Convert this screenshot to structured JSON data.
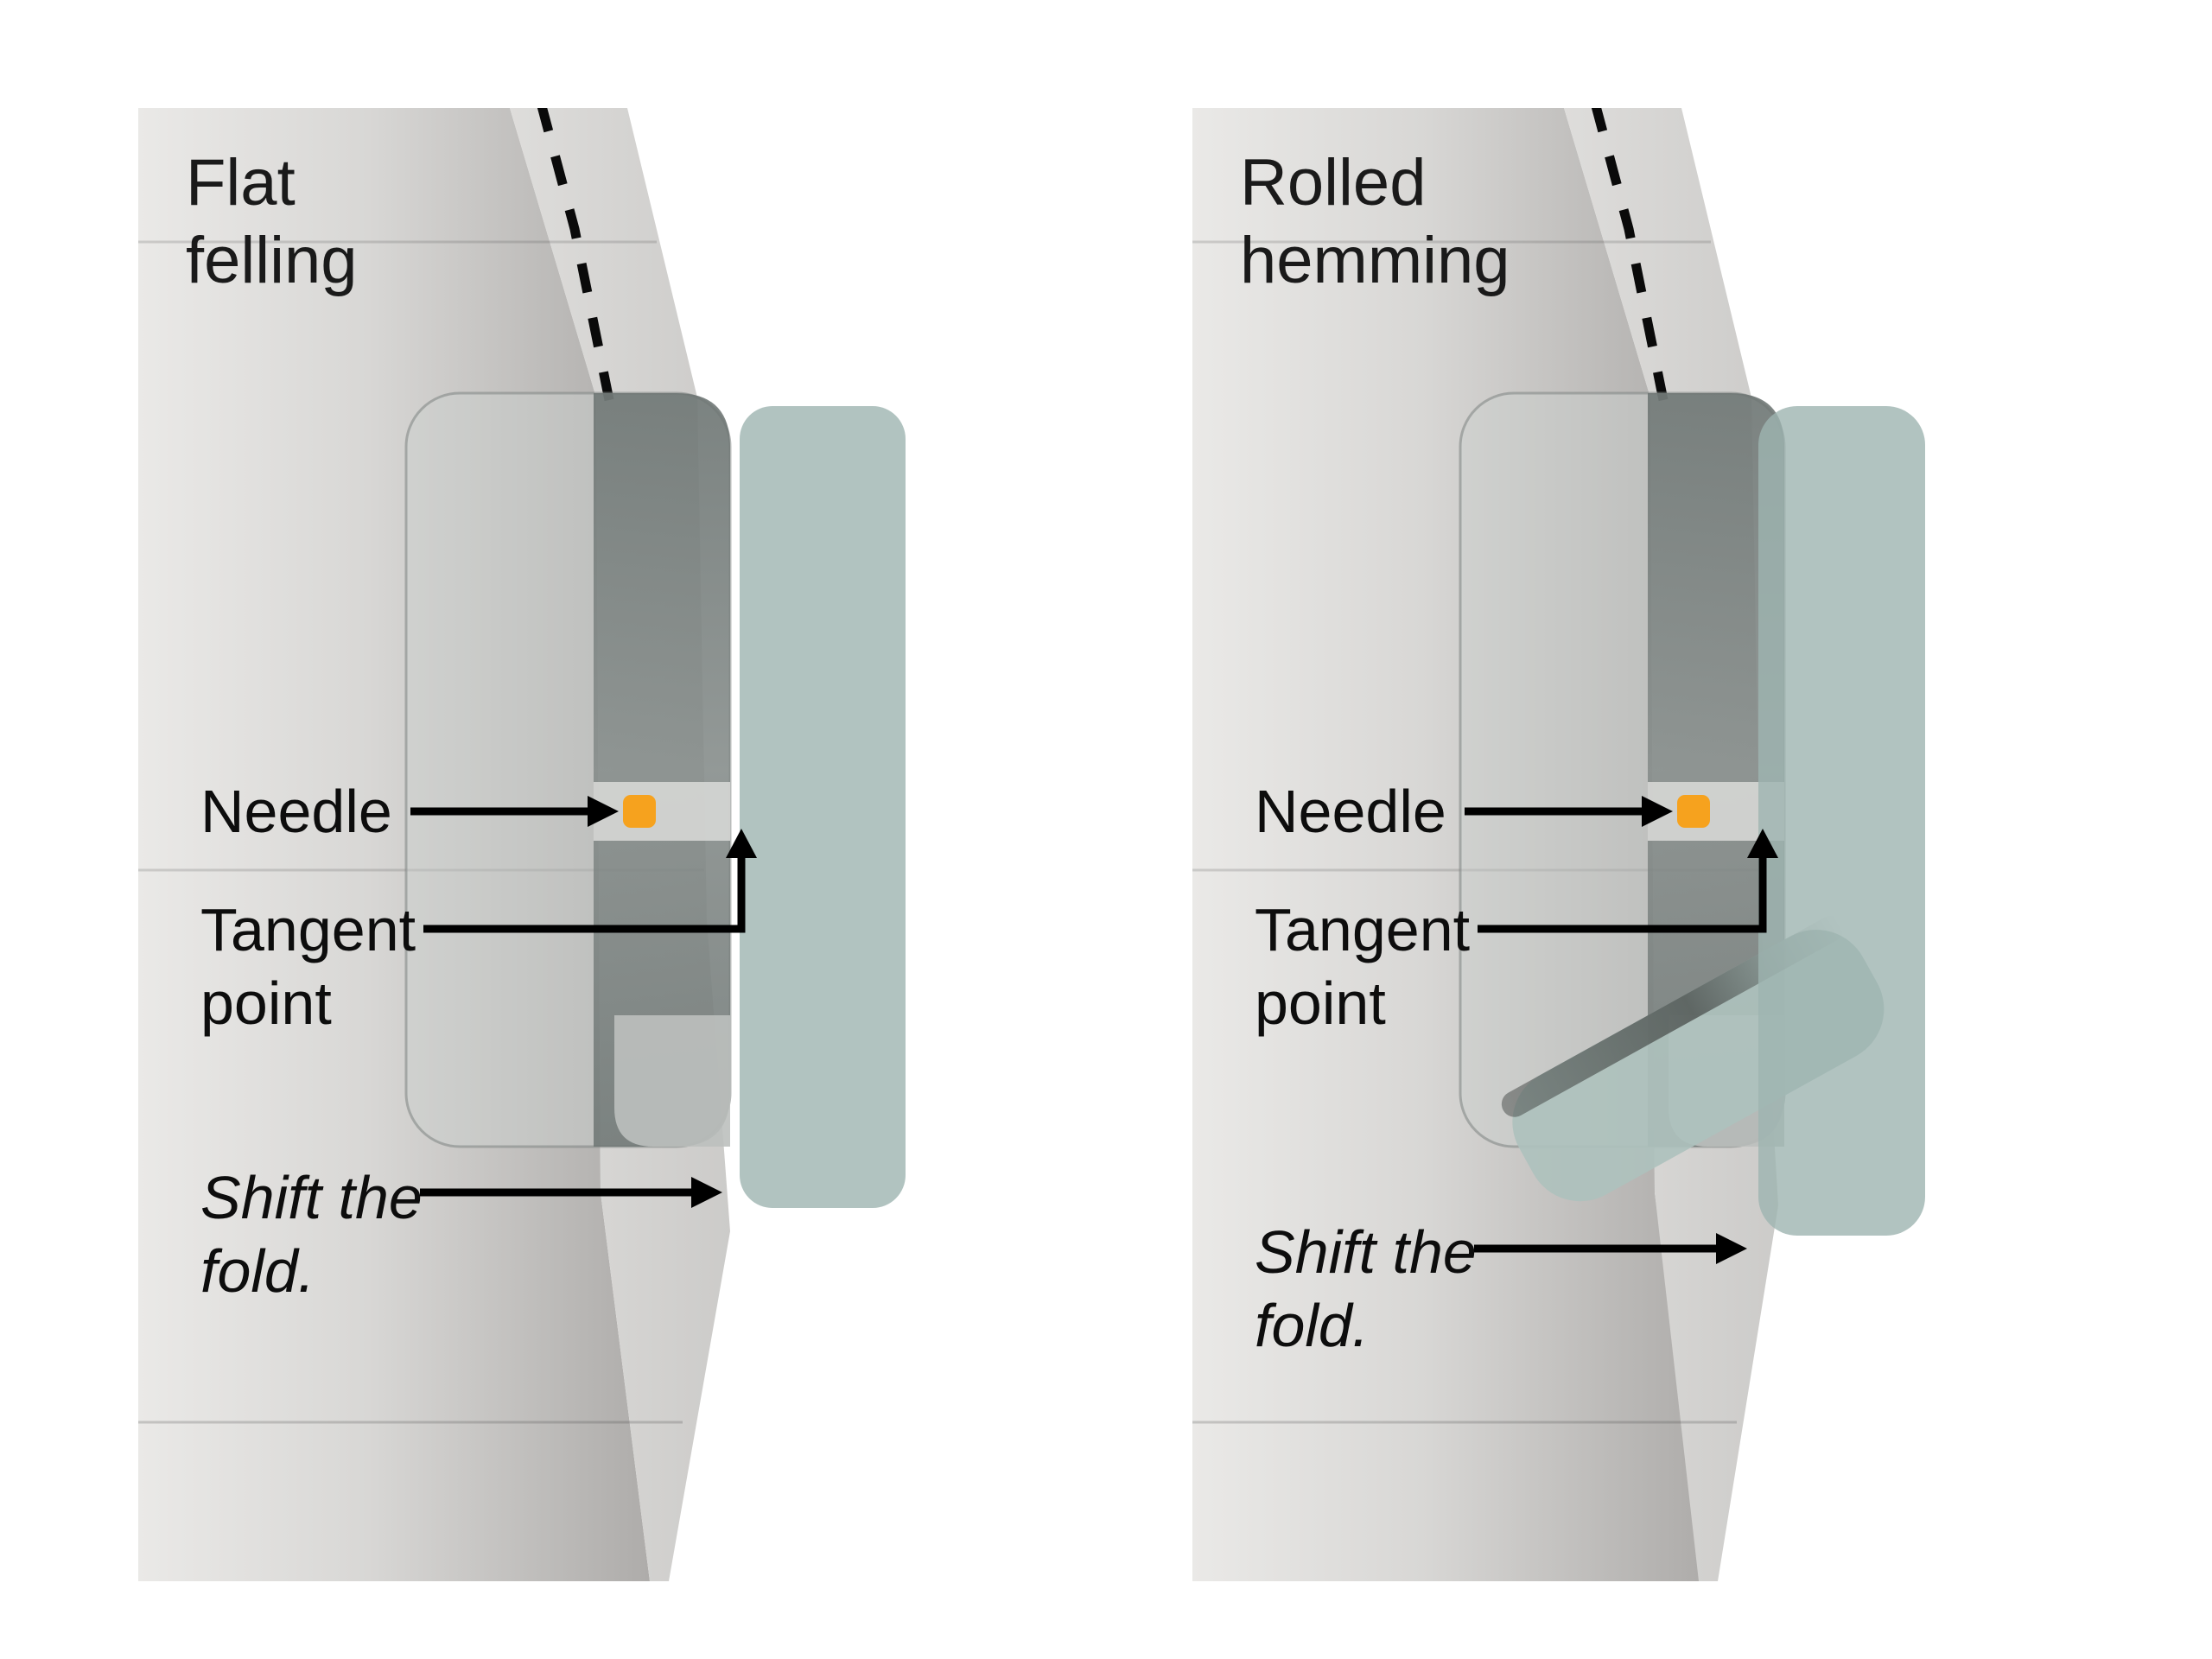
{
  "figure": {
    "type": "sewing-technique-diagram",
    "panel_count": 2
  },
  "panels": [
    {
      "id": "flat-felling",
      "title_line1": "Flat",
      "title_line2": "felling",
      "labels": {
        "needle": "Needle",
        "tangent_line1": "Tangent",
        "tangent_line2": "point",
        "shift_line1": "Shift the",
        "shift_line2": "fold."
      }
    },
    {
      "id": "rolled-hemming",
      "title_line1": "Rolled",
      "title_line2": "hemming",
      "labels": {
        "needle": "Needle",
        "tangent_line1": "Tangent",
        "tangent_line2": "point",
        "shift_line1": "Shift the",
        "shift_line2": "fold."
      }
    }
  ],
  "colors": {
    "background": "#ffffff",
    "fabric_light": "#eae9e7",
    "fabric_dark": "#aeacaa",
    "fold_strip": "#d5d4d2",
    "needle_plate_teal": "#9eb4b0",
    "presser_foot_gray": "#757c7a",
    "rolled_band_teal": "#aec1bd",
    "needle_orange": "#f6a21e",
    "annotation_black": "#000000"
  }
}
